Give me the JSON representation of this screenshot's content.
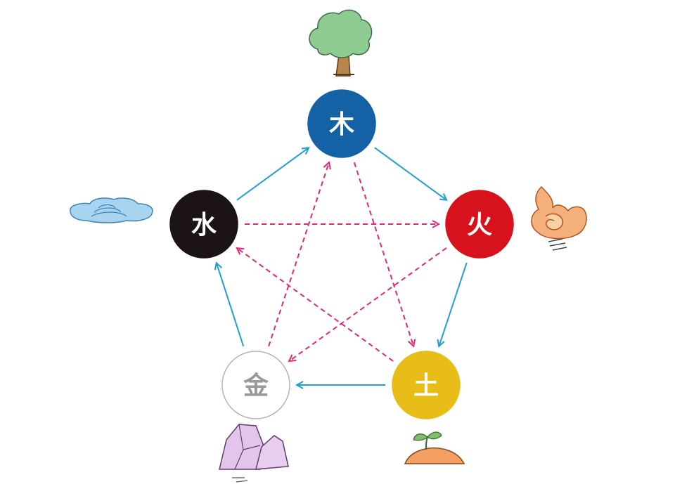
{
  "diagram": {
    "elements": [
      {
        "id": "wood",
        "label": "木",
        "fill": "#1461a6",
        "stroke": "#1461a6",
        "text_color": "#ffffff"
      },
      {
        "id": "fire",
        "label": "火",
        "fill": "#d8121c",
        "stroke": "#d8121c",
        "text_color": "#ffffff"
      },
      {
        "id": "earth",
        "label": "土",
        "fill": "#e8bd17",
        "stroke": "#e8bd17",
        "text_color": "#ffffff"
      },
      {
        "id": "metal",
        "label": "金",
        "fill": "#ffffff",
        "stroke": "#b5b5b5",
        "text_color": "#999999"
      },
      {
        "id": "water",
        "label": "水",
        "fill": "#1c1414",
        "stroke": "#1c1414",
        "text_color": "#ffffff"
      }
    ],
    "generating_cycle": {
      "color": "#1e9fd8",
      "style": "solid",
      "edges": [
        [
          "wood",
          "fire"
        ],
        [
          "fire",
          "earth"
        ],
        [
          "earth",
          "metal"
        ],
        [
          "metal",
          "water"
        ],
        [
          "water",
          "wood"
        ]
      ]
    },
    "overcoming_cycle": {
      "color": "#e0287a",
      "style": "dashed",
      "edges": [
        [
          "wood",
          "earth"
        ],
        [
          "earth",
          "water"
        ],
        [
          "water",
          "fire"
        ],
        [
          "fire",
          "metal"
        ],
        [
          "metal",
          "wood"
        ]
      ]
    },
    "illustrations": {
      "wood": "tree-icon",
      "fire": "flame-icon",
      "earth": "sprout-icon",
      "metal": "crystal-icon",
      "water": "puddle-icon"
    }
  }
}
